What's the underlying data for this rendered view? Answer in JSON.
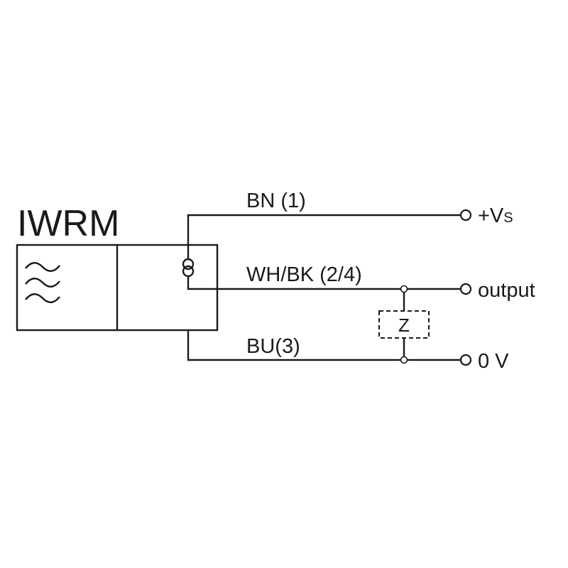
{
  "device": {
    "name": "IWRM"
  },
  "wires": {
    "brown_label": "BN (1)",
    "signal_label": "WH/BK (2/4)",
    "blue_label": "BU(3)"
  },
  "terminals": {
    "supply_label": "+V",
    "supply_subscript": "S",
    "output_label": "output",
    "ground_label": "0 V"
  },
  "load": {
    "label": "Z"
  },
  "colors": {
    "line": "#1a1a1a",
    "background": "#ffffff"
  }
}
